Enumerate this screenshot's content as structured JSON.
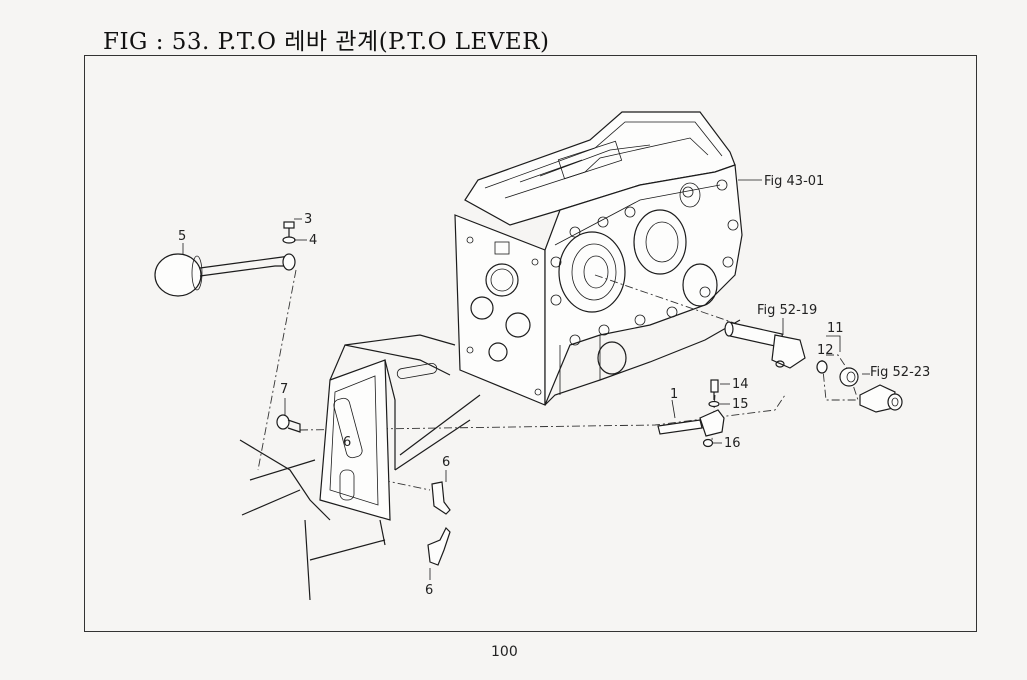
{
  "title": "FIG : 53. P.T.O 레바 관계(P.T.O LEVER)",
  "page_number": "100",
  "callouts": {
    "c1": "1",
    "c3": "3",
    "c4": "4",
    "c5": "5",
    "c6a": "6",
    "c6b": "6",
    "c6c": "6",
    "c7": "7",
    "c11": "11",
    "c12": "12",
    "c14": "14",
    "c15": "15",
    "c16": "16",
    "fig4301": "Fig 43-01",
    "fig5219": "Fig 52-19",
    "fig5223": "Fig 52-23"
  }
}
